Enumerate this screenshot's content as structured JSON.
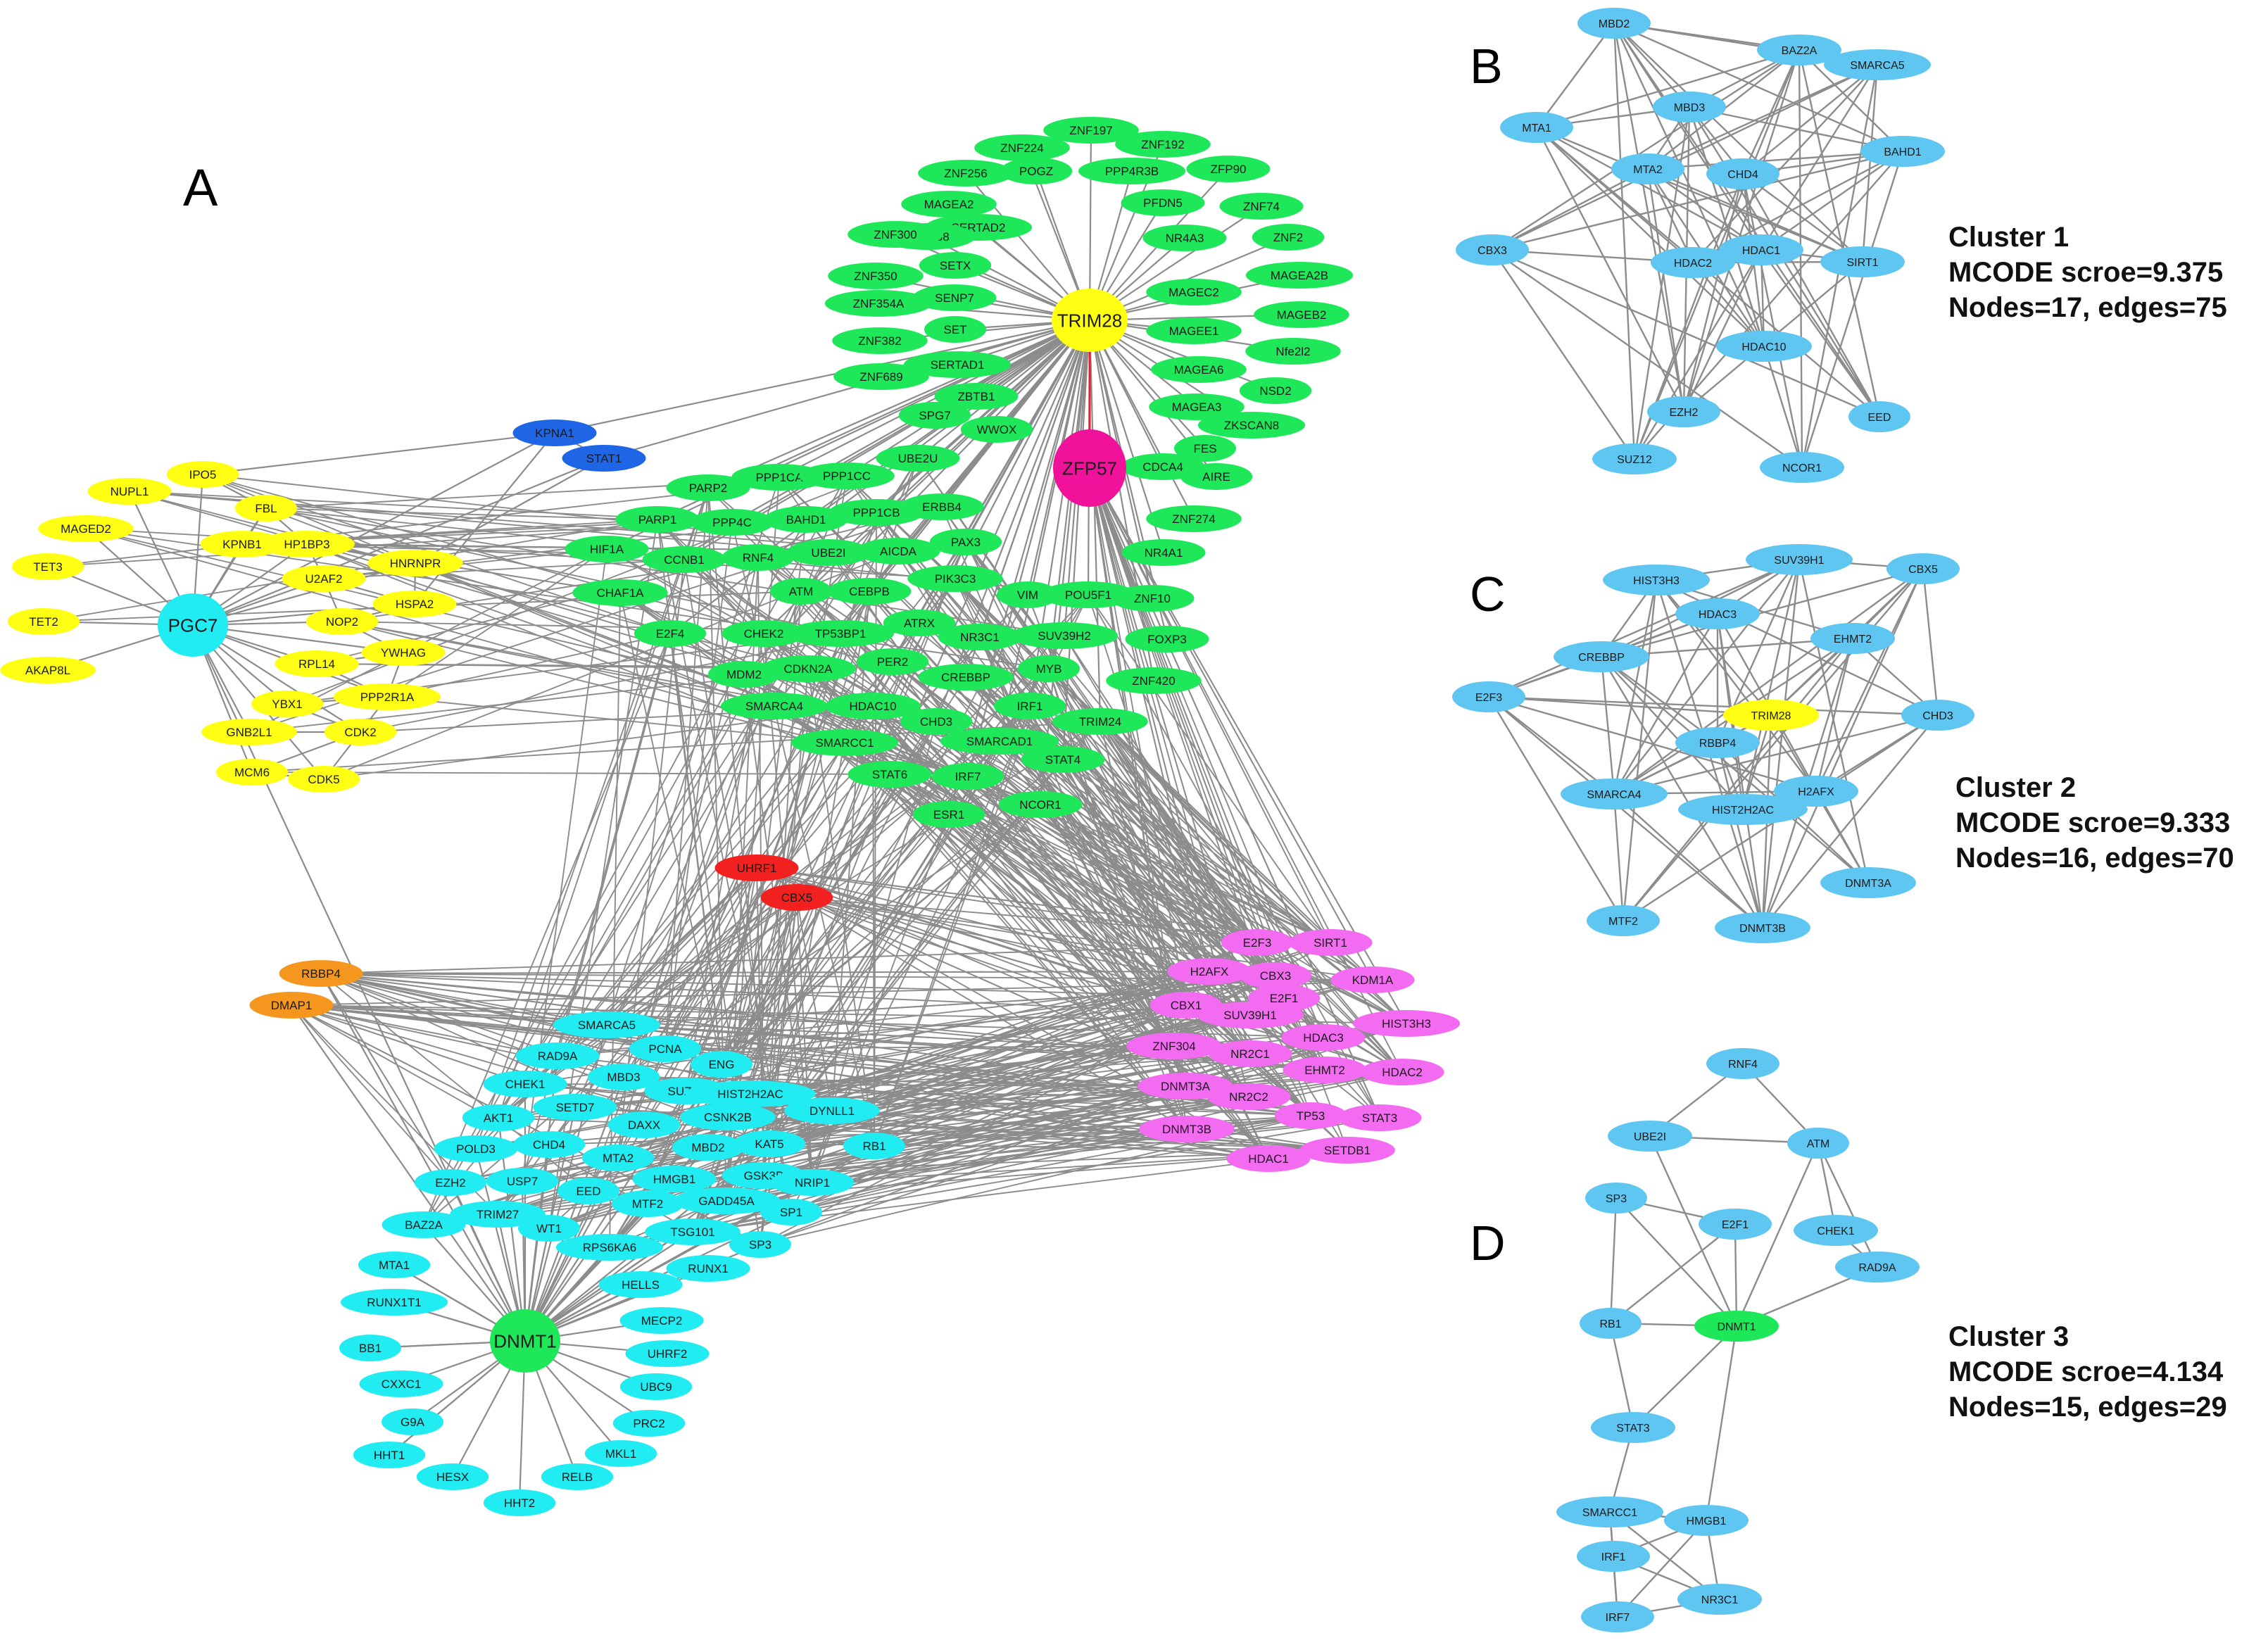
{
  "panels": {
    "A": {
      "letter": "A"
    },
    "B": {
      "letter": "B",
      "info": [
        "Cluster 1",
        "MCODE scroe=9.375",
        "Nodes=17, edges=75"
      ]
    },
    "C": {
      "letter": "C",
      "info": [
        "Cluster 2",
        "MCODE scroe=9.333",
        "Nodes=16, edges=70"
      ]
    },
    "D": {
      "letter": "D",
      "info": [
        "Cluster 3",
        "MCODE scroe=4.134",
        "Nodes=15, edges=29"
      ]
    }
  },
  "colors": {
    "green": "#1ee85a",
    "yellow": "#ffff14",
    "cyan": "#21ecf2",
    "magenta": "#f36bf1",
    "orange": "#f5961f",
    "blue": "#1f66e6",
    "red": "#f2201e",
    "pink": "#f0129b",
    "sky": "#5ec6f0",
    "edge": "#8c8c8c",
    "edge_red": "#e8202a"
  },
  "graph_a": {
    "hubs": [
      {
        "id": "TRIM28",
        "group": "yellow",
        "big": true
      },
      {
        "id": "ZFP57",
        "group": "pink",
        "big": true
      },
      {
        "id": "PGC7",
        "group": "cyan",
        "big": true
      },
      {
        "id": "DNMT1",
        "group": "green",
        "big": true
      }
    ],
    "green_ring": [
      "ZNF197",
      "ZNF192",
      "ZFP90",
      "ZNF74",
      "ZNF2",
      "MAGEA2B",
      "MAGEB2",
      "Nfe2l2",
      "NSD2",
      "ZKSCAN8",
      "FES",
      "MAGEA3",
      "MAGEA6",
      "MAGEE1",
      "MAGEC2",
      "NR4A3",
      "PFDN5",
      "PPP4R3B",
      "POGZ",
      "ZNF224",
      "ZNF256",
      "MAGEA2",
      "SERTAD2",
      "ZNF268",
      "ZNF300",
      "SETX",
      "ZNF350",
      "SENP7",
      "ZNF354A",
      "SET",
      "ZNF382",
      "SERTAD1",
      "ZNF689",
      "ZBTB1",
      "SPG7",
      "WWOX",
      "CDCA4",
      "AIRE",
      "ZNF274",
      "NR4A1",
      "ZNF10",
      "FOXP3",
      "ZNF420"
    ],
    "green_mid": [
      "PARP2",
      "PPP1CA",
      "PPP1CC",
      "UBE2U",
      "PARP1",
      "PPP4C",
      "BAHD1",
      "PPP1CB",
      "ERBB4",
      "HIF1A",
      "CCNB1",
      "RNF4",
      "UBE2I",
      "AICDA",
      "PAX3",
      "CHAF1A",
      "ATM",
      "CEBPB",
      "PIK3C3",
      "VIM",
      "POU5F1",
      "E2F4",
      "CHEK2",
      "TP53BP1",
      "ATRX",
      "NR3C1",
      "SUV39H2",
      "MDM2",
      "CDKN2A",
      "PER2",
      "CREBBP",
      "MYB",
      "SMARCA4",
      "HDAC10",
      "CHD3",
      "IRF1",
      "TRIM24",
      "SMARCC1",
      "SMARCAD1",
      "STAT4",
      "STAT6",
      "IRF7",
      "NCOR1",
      "ESR1"
    ],
    "blue": [
      "KPNA1",
      "STAT1"
    ],
    "yellow": [
      "NUPL1",
      "IPO5",
      "FBL",
      "MAGED2",
      "KPNB1",
      "HP1BP3",
      "TET3",
      "HNRNPR",
      "U2AF2",
      "HSPA2",
      "TET2",
      "NOP2",
      "AKAP8L",
      "RPL14",
      "YWHAG",
      "YBX1",
      "PPP2R1A",
      "GNB2L1",
      "CDK2",
      "MCM6",
      "CDK5"
    ],
    "red": [
      "UHRF1",
      "CBX5"
    ],
    "orange": [
      "RBBP4",
      "DMAP1"
    ],
    "magenta": [
      "E2F3",
      "SIRT1",
      "H2AFX",
      "CBX3",
      "KDM1A",
      "CBX1",
      "E2F1",
      "SUV39H1",
      "HIST3H3",
      "ZNF304",
      "NR2C1",
      "HDAC3",
      "HDAC2",
      "EHMT2",
      "DNMT3A",
      "NR2C2",
      "STAT3",
      "TP53",
      "DNMT3B",
      "SETDB1",
      "HDAC1"
    ],
    "cyan": [
      "SMARCA5",
      "RAD9A",
      "PCNA",
      "ENG",
      "MBD3",
      "CHEK1",
      "SUZ12",
      "HIST2H2AC",
      "SETD7",
      "AKT1",
      "DAXX",
      "CSNK2B",
      "DYNLL1",
      "CHD4",
      "POLD3",
      "KAT5",
      "RB1",
      "MTA2",
      "MBD2",
      "HMGB1",
      "GSK3B",
      "EZH2",
      "USP7",
      "EED",
      "NRIP1",
      "GADD45A",
      "MTF2",
      "TRIM27",
      "SP1",
      "BAZ2A",
      "WT1",
      "TSG101",
      "RPS6KA6",
      "SP3",
      "MTA1",
      "RUNX1",
      "HELLS",
      "RUNX1T1",
      "MECP2",
      "BB1",
      "UHRF2",
      "CXXC1",
      "UBC9",
      "G9A",
      "PRC2",
      "HHT1",
      "MKL1",
      "HESX",
      "RELB",
      "HHT2"
    ]
  },
  "cluster1": {
    "nodes": [
      "MBD2",
      "BAZ2A",
      "SMARCA5",
      "MTA1",
      "MBD3",
      "BAHD1",
      "MTA2",
      "CHD4",
      "CBX3",
      "HDAC2",
      "HDAC1",
      "SIRT1",
      "HDAC10",
      "EZH2",
      "EED",
      "SUZ12",
      "NCOR1"
    ]
  },
  "cluster2": {
    "nodes": [
      "HIST3H3",
      "SUV39H1",
      "CBX5",
      "HDAC3",
      "EHMT2",
      "CREBBP",
      "E2F3",
      "TRIM28",
      "CHD3",
      "RBBP4",
      "SMARCA4",
      "H2AFX",
      "HIST2H2AC",
      "DNMT3A",
      "MTF2",
      "DNMT3B"
    ],
    "highlight": "TRIM28"
  },
  "cluster3": {
    "nodes": [
      "RNF4",
      "UBE2I",
      "ATM",
      "SP3",
      "E2F1",
      "CHEK1",
      "RAD9A",
      "RB1",
      "DNMT1",
      "STAT3",
      "SMARCC1",
      "HMGB1",
      "IRF1",
      "NR3C1",
      "IRF7"
    ],
    "highlight": "DNMT1"
  }
}
